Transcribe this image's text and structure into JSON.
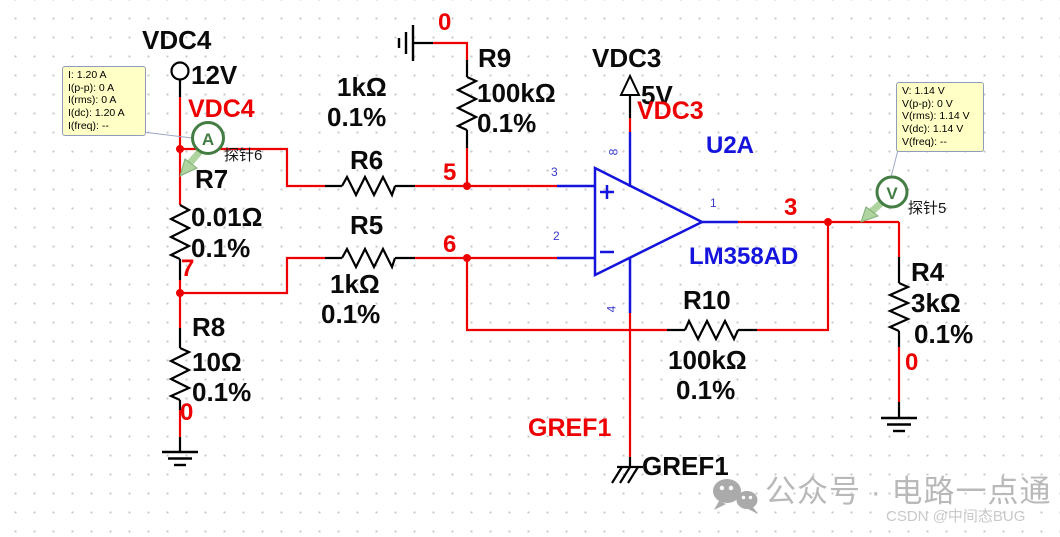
{
  "canvas": {
    "colors": {
      "wire_red": "#ee0000",
      "wire_black": "#000000",
      "component_blue": "#1414dc",
      "pin_blue": "#3a3ace",
      "probe_green": "#447d44",
      "probe_arrow_green": "#afd4a0",
      "tooltip_bg": "#ffffc6",
      "tooltip_border": "#8f9cba",
      "watermark_gray": "#b9b9b9"
    }
  },
  "sources": {
    "vdc4": {
      "ref": "VDC4",
      "value": "12V",
      "net_label": "VDC4"
    },
    "vdc3": {
      "ref": "VDC3",
      "value": "5V",
      "net_label": "VDC3"
    }
  },
  "opamp": {
    "ref": "U2A",
    "part": "LM358AD",
    "plus": "+",
    "pins": {
      "noninv": "3",
      "inv": "2",
      "vcc": "8",
      "vee": "4",
      "out": "1"
    }
  },
  "resistors": {
    "r7": {
      "ref": "R7",
      "value": "0.01Ω",
      "tolerance": "0.1%"
    },
    "r8": {
      "ref": "R8",
      "value": "10Ω",
      "tolerance": "0.1%"
    },
    "r6": {
      "ref": "R6",
      "value": "1kΩ",
      "tolerance": "0.1%"
    },
    "r5": {
      "ref": "R5",
      "value": "1kΩ",
      "tolerance": "0.1%"
    },
    "r9": {
      "ref": "R9",
      "value": "100kΩ",
      "tolerance": "0.1%"
    },
    "r10": {
      "ref": "R10",
      "value": "100kΩ",
      "tolerance": "0.1%"
    },
    "r4": {
      "ref": "R4",
      "value": "3kΩ",
      "tolerance": "0.1%"
    }
  },
  "net_labels": {
    "n0_r9": "0",
    "n5": "5",
    "n6": "6",
    "n7": "7",
    "n0_r8": "0",
    "n3": "3",
    "n0_r4": "0",
    "gref1_red": "GREF1",
    "gref1_black": "GREF1"
  },
  "probes": {
    "probe6": {
      "label": "探针6",
      "type": "A",
      "readout": [
        "I: 1.20 A",
        "I(p-p): 0 A",
        "I(rms): 0 A",
        "I(dc): 1.20 A",
        "I(freq): --"
      ]
    },
    "probe5": {
      "label": "探针5",
      "type": "V",
      "readout": [
        "V: 1.14 V",
        "V(p-p): 0 V",
        "V(rms): 1.14 V",
        "V(dc): 1.14 V",
        "V(freq): --"
      ]
    }
  },
  "watermark": {
    "wechat": "公众号 · 电路一点通",
    "csdn": "CSDN @中间态BUG"
  }
}
